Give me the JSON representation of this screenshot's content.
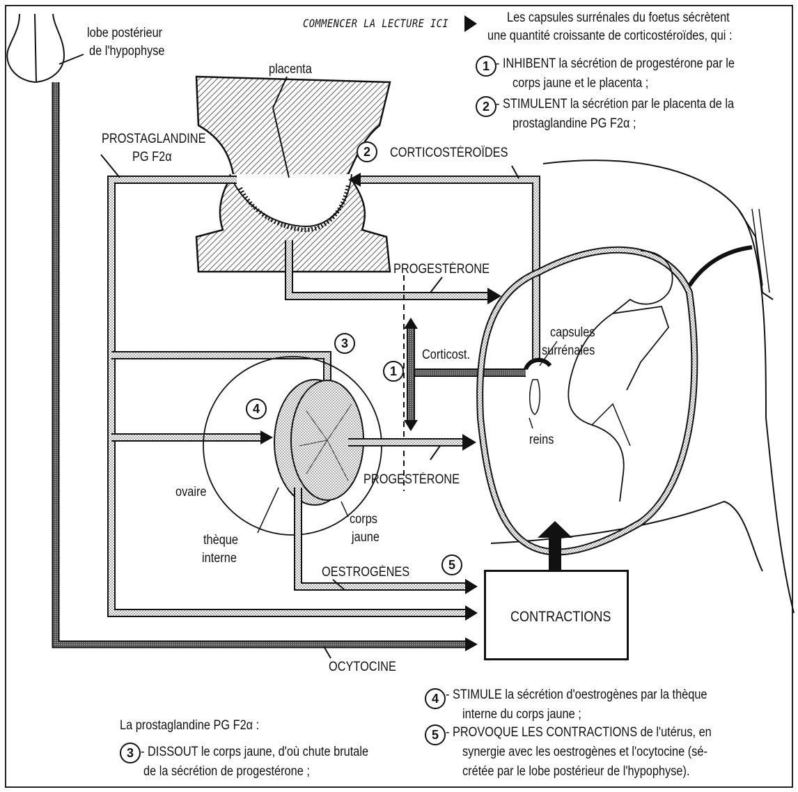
{
  "header": {
    "start_reading": "COMMENCER LA LECTURE ICI",
    "intro_line1": "Les capsules surrénales du foetus sécrètent",
    "intro_line2": "une quantité croissante de corticostéroïdes, qui :"
  },
  "steps": {
    "step1": {
      "num": "1",
      "line1": "- INHIBENT la sécrétion de progestérone par le",
      "line2": "corps jaune et le placenta ;"
    },
    "step2": {
      "num": "2",
      "line1": "- STIMULENT la sécrétion par le placenta de la",
      "line2": "prostaglandine PG F2α ;"
    },
    "prosta_intro": "La prostaglandine PG F2α :",
    "step3": {
      "num": "3",
      "line1": "- DISSOUT le corps jaune, d'où chute brutale",
      "line2": "de la sécrétion de progestérone ;"
    },
    "step4": {
      "num": "4",
      "line1": "- STIMULE la sécrétion d'oestrogènes par la thèque",
      "line2": "interne du corps jaune ;"
    },
    "step5": {
      "num": "5",
      "line1": "- PROVOQUE LES CONTRACTIONS de l'utérus, en",
      "line2": "synergie avec les oestrogènes et l'ocytocine (sé-",
      "line3": "crétée par le lobe postérieur de l'hypophyse)."
    }
  },
  "labels": {
    "pituitary_1": "lobe postérieur",
    "pituitary_2": "de l'hypophyse",
    "placenta": "placenta",
    "prostaglandine_1": "PROSTAGLANDINE",
    "prostaglandine_2": "PG F2α",
    "corticosteroides": "CORTICOSTÉROÏDES",
    "progesterone_top": "PROGESTÉRONE",
    "progesterone_bottom": "PROGESTÉRONE",
    "corticost": "Corticost.",
    "capsules_1": "capsules",
    "capsules_2": "surrénales",
    "reins": "reins",
    "ovaire": "ovaire",
    "theque_1": "thèque",
    "theque_2": "interne",
    "corps_1": "corps",
    "corps_2": "jaune",
    "oestrogenes": "OESTROGÈNES",
    "contractions": "CONTRACTIONS",
    "ocytocine": "OCYTOCINE"
  },
  "markers": {
    "m1": "1",
    "m2": "2",
    "m3": "3",
    "m4": "4",
    "m5": "5"
  }
}
